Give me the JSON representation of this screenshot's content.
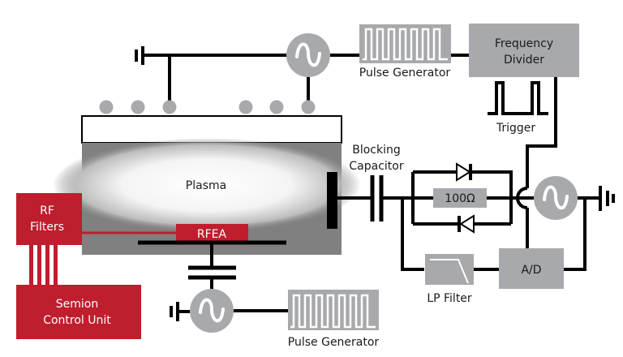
{
  "title": "RFEA plasma measurement setup",
  "colors": {
    "accent_red": "#be1e2d",
    "block_gray": "#a7a9ac",
    "chamber_gray": "#808080",
    "wire": "#000000"
  },
  "labels": {
    "plasma": "Plasma",
    "rfea": "RFEA",
    "rf_filters_line1": "RF",
    "rf_filters_line2": "Filters",
    "semion_line1": "Semion",
    "semion_line2": "Control Unit",
    "pulse_generator_top": "Pulse Generator",
    "pulse_generator_bottom": "Pulse Generator",
    "frequency_divider_line1": "Frequency",
    "frequency_divider_line2": "Divider",
    "trigger": "Trigger",
    "blocking_capacitor_line1": "Blocking",
    "blocking_capacitor_line2": "Capacitor",
    "resistor": "100Ω",
    "lp_filter": "LP Filter",
    "ad": "A/D"
  },
  "icons": {
    "rf_source": "ac-source-icon",
    "ground": "ground-icon",
    "diode": "diode-icon",
    "capacitor": "capacitor-icon",
    "pulse_train": "pulse-train-icon",
    "lowpass": "lowpass-response-icon"
  }
}
